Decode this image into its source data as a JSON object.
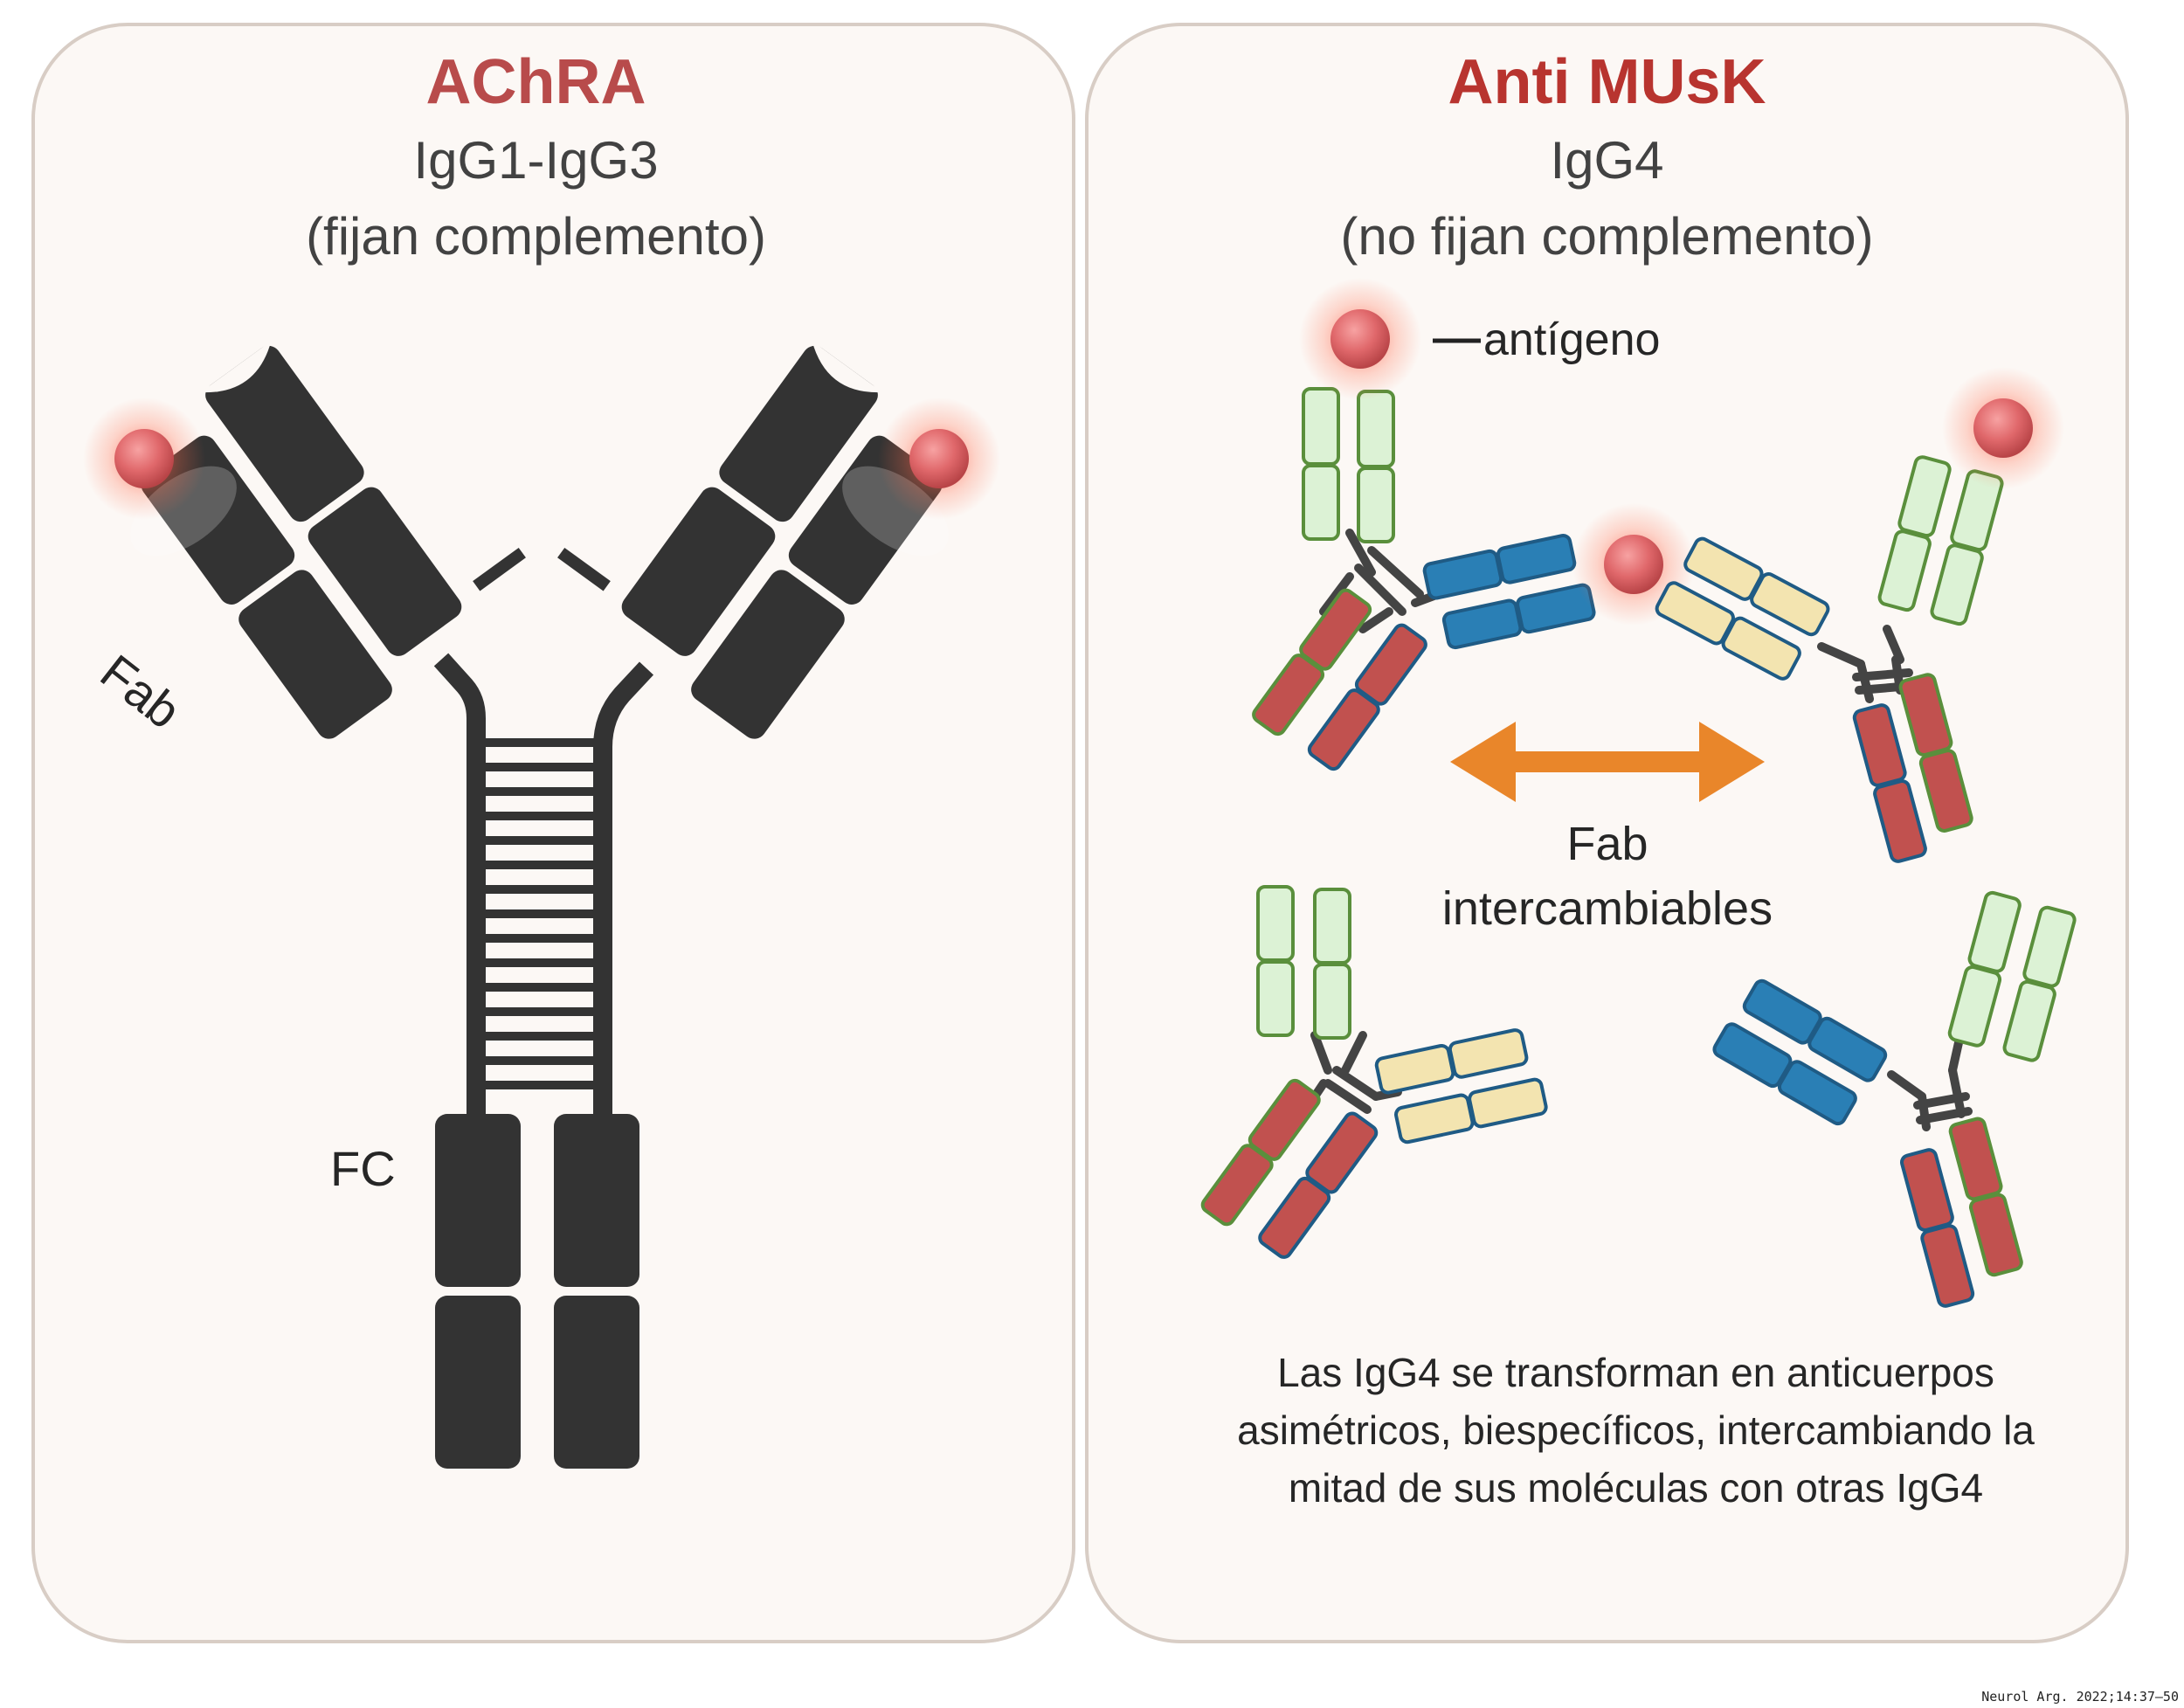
{
  "left_panel": {
    "title": "AChRA",
    "subtitle_line1": "IgG1-IgG3",
    "subtitle_line2": "(fijan complemento)",
    "label_fab": "Fab",
    "label_fc": "FC"
  },
  "right_panel": {
    "title": "Anti MUsK",
    "subtitle_line1": "IgG4",
    "subtitle_line2": "(no fijan complemento)",
    "label_antigen": "antígeno",
    "exchange_line1": "Fab",
    "exchange_line2": "intercambiables",
    "caption_line1": "Las IgG4 se transforman en anticuerpos",
    "caption_line2": "asimétricos, biespecíficos, intercambiando la",
    "caption_line3": "mitad de sus moléculas con otras IgG4"
  },
  "citation": "Neurol Arg. 2022;14:37–50",
  "colors": {
    "title": "#b84b4b",
    "antibody_dark": "#333333",
    "domain_green": "#dcf2d5",
    "domain_green_border": "#5a8f3c",
    "domain_blue": "#2a7fb5",
    "domain_yellow": "#f3e4b0",
    "domain_red": "#c1514f",
    "antigen": "#e0686b",
    "arrow": "#e9862a",
    "panel_bg": "#fcf8f5",
    "panel_border": "#d8cdc5"
  }
}
